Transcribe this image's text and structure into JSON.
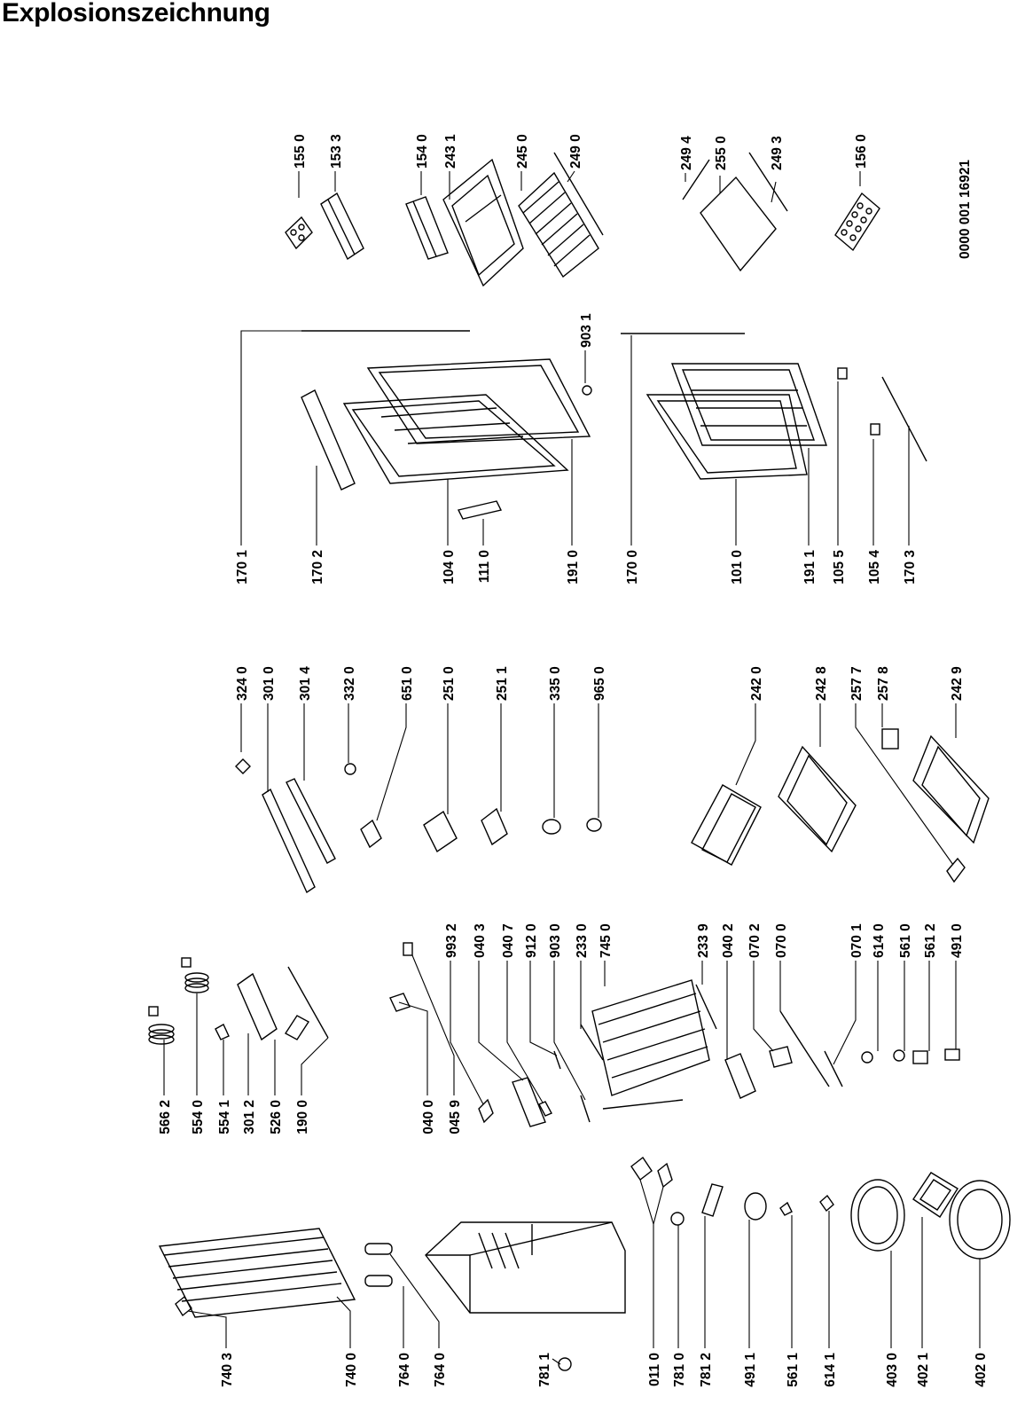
{
  "title": "Explosionszeichnung",
  "document_number": "0000 001 16921",
  "labels": [
    "155 0",
    "153 3",
    "154 0",
    "243 1",
    "245 0",
    "249 0",
    "249 4",
    "255 0",
    "249 3",
    "156 0",
    "903 1",
    "170 1",
    "170 2",
    "104 0",
    "111 0",
    "191 0",
    "170 0",
    "101 0",
    "191 1",
    "105 5",
    "105 4",
    "170 3",
    "324 0",
    "301 0",
    "301 4",
    "332 0",
    "651 0",
    "251 0",
    "251 1",
    "335 0",
    "965 0",
    "242 0",
    "242 8",
    "257 7",
    "257 8",
    "242 9",
    "993 2",
    "040 3",
    "040 7",
    "912 0",
    "903 0",
    "233 0",
    "745 0",
    "233 9",
    "040 2",
    "070 2",
    "070 0",
    "070 1",
    "614 0",
    "561 0",
    "561 2",
    "491 0",
    "566 2",
    "554 0",
    "554 1",
    "301 2",
    "526 0",
    "190 0",
    "040 0",
    "045 9",
    "740 3",
    "740 0",
    "764 0",
    "764 0",
    "781 1",
    "011 0",
    "781 0",
    "781 2",
    "491 1",
    "561 1",
    "614 1",
    "403 0",
    "402 1",
    "402 0"
  ]
}
